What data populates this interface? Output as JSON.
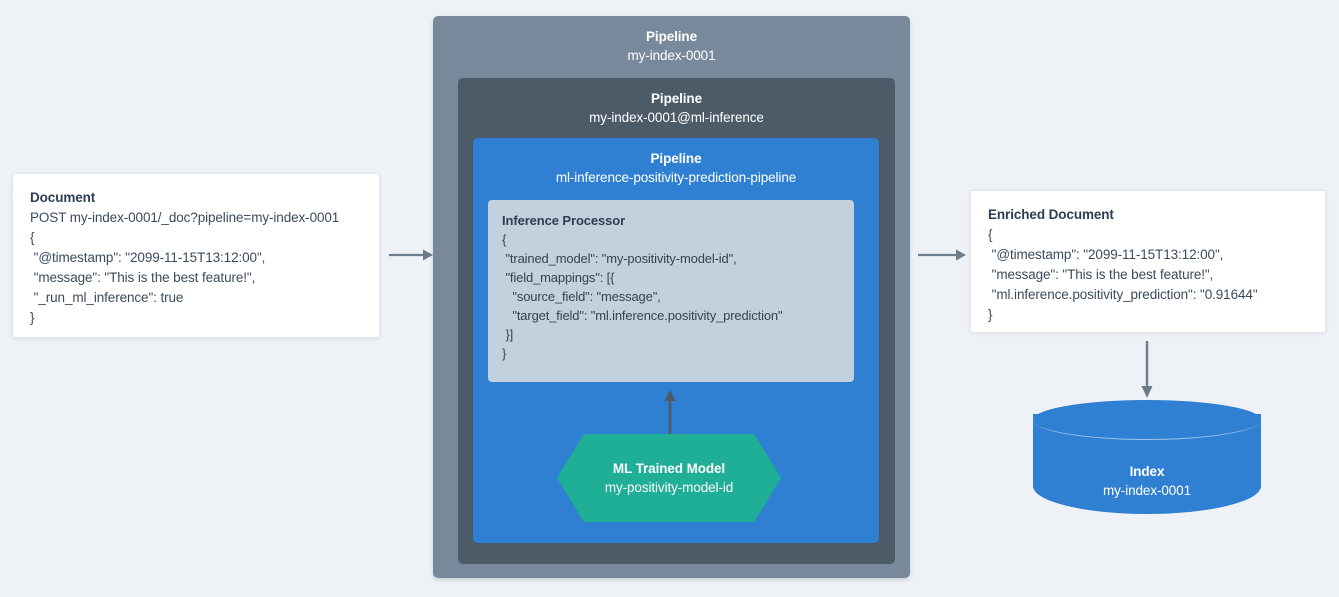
{
  "diagram": {
    "title": "Elasticsearch ML inference ingest pipeline flow",
    "background_color": "#eef2f6"
  },
  "colors": {
    "outer_pipeline": "#78899c",
    "middle_pipeline": "#4d5b69",
    "inner_pipeline": "#2f80d2",
    "processor_box": "#c2d1de",
    "ml_model": "#1fae96",
    "index_cylinder": "#2f80d2",
    "arrow": "#6b7c8d",
    "card_background": "#ffffff"
  },
  "document_card": {
    "title": "Document",
    "lines": [
      "POST my-index-0001/_doc?pipeline=my-index-0001",
      "{",
      " \"@timestamp\": \"2099-11-15T13:12:00\",",
      " \"message\": \"This is the best feature!\",",
      " \"_run_ml_inference\": true",
      "}"
    ]
  },
  "pipeline_outer": {
    "label": "Pipeline",
    "name": "my-index-0001"
  },
  "pipeline_middle": {
    "label": "Pipeline",
    "name": "my-index-0001@ml-inference"
  },
  "pipeline_inner": {
    "label": "Pipeline",
    "name": "ml-inference-positivity-prediction-pipeline"
  },
  "inference_processor": {
    "title": "Inference Processor",
    "lines": [
      "{",
      " \"trained_model\": \"my-positivity-model-id\",",
      " \"field_mappings\": [{",
      "   \"source_field\": \"message\",",
      "   \"target_field\": \"ml.inference.positivity_prediction\"",
      " }]",
      "}"
    ]
  },
  "ml_model": {
    "label": "ML Trained Model",
    "name": "my-positivity-model-id"
  },
  "enriched_document_card": {
    "title": "Enriched Document",
    "lines": [
      "{",
      " \"@timestamp\": \"2099-11-15T13:12:00\",",
      " \"message\": \"This is the best feature!\",",
      " \"ml.inference.positivity_prediction\": \"0.91644\"",
      "}"
    ]
  },
  "index": {
    "label": "Index",
    "name": "my-index-0001"
  },
  "arrows": [
    {
      "name": "document-to-pipeline",
      "direction": "right"
    },
    {
      "name": "pipeline-to-enriched-document",
      "direction": "right"
    },
    {
      "name": "model-to-processor",
      "direction": "up"
    },
    {
      "name": "enriched-document-to-index",
      "direction": "down"
    }
  ]
}
